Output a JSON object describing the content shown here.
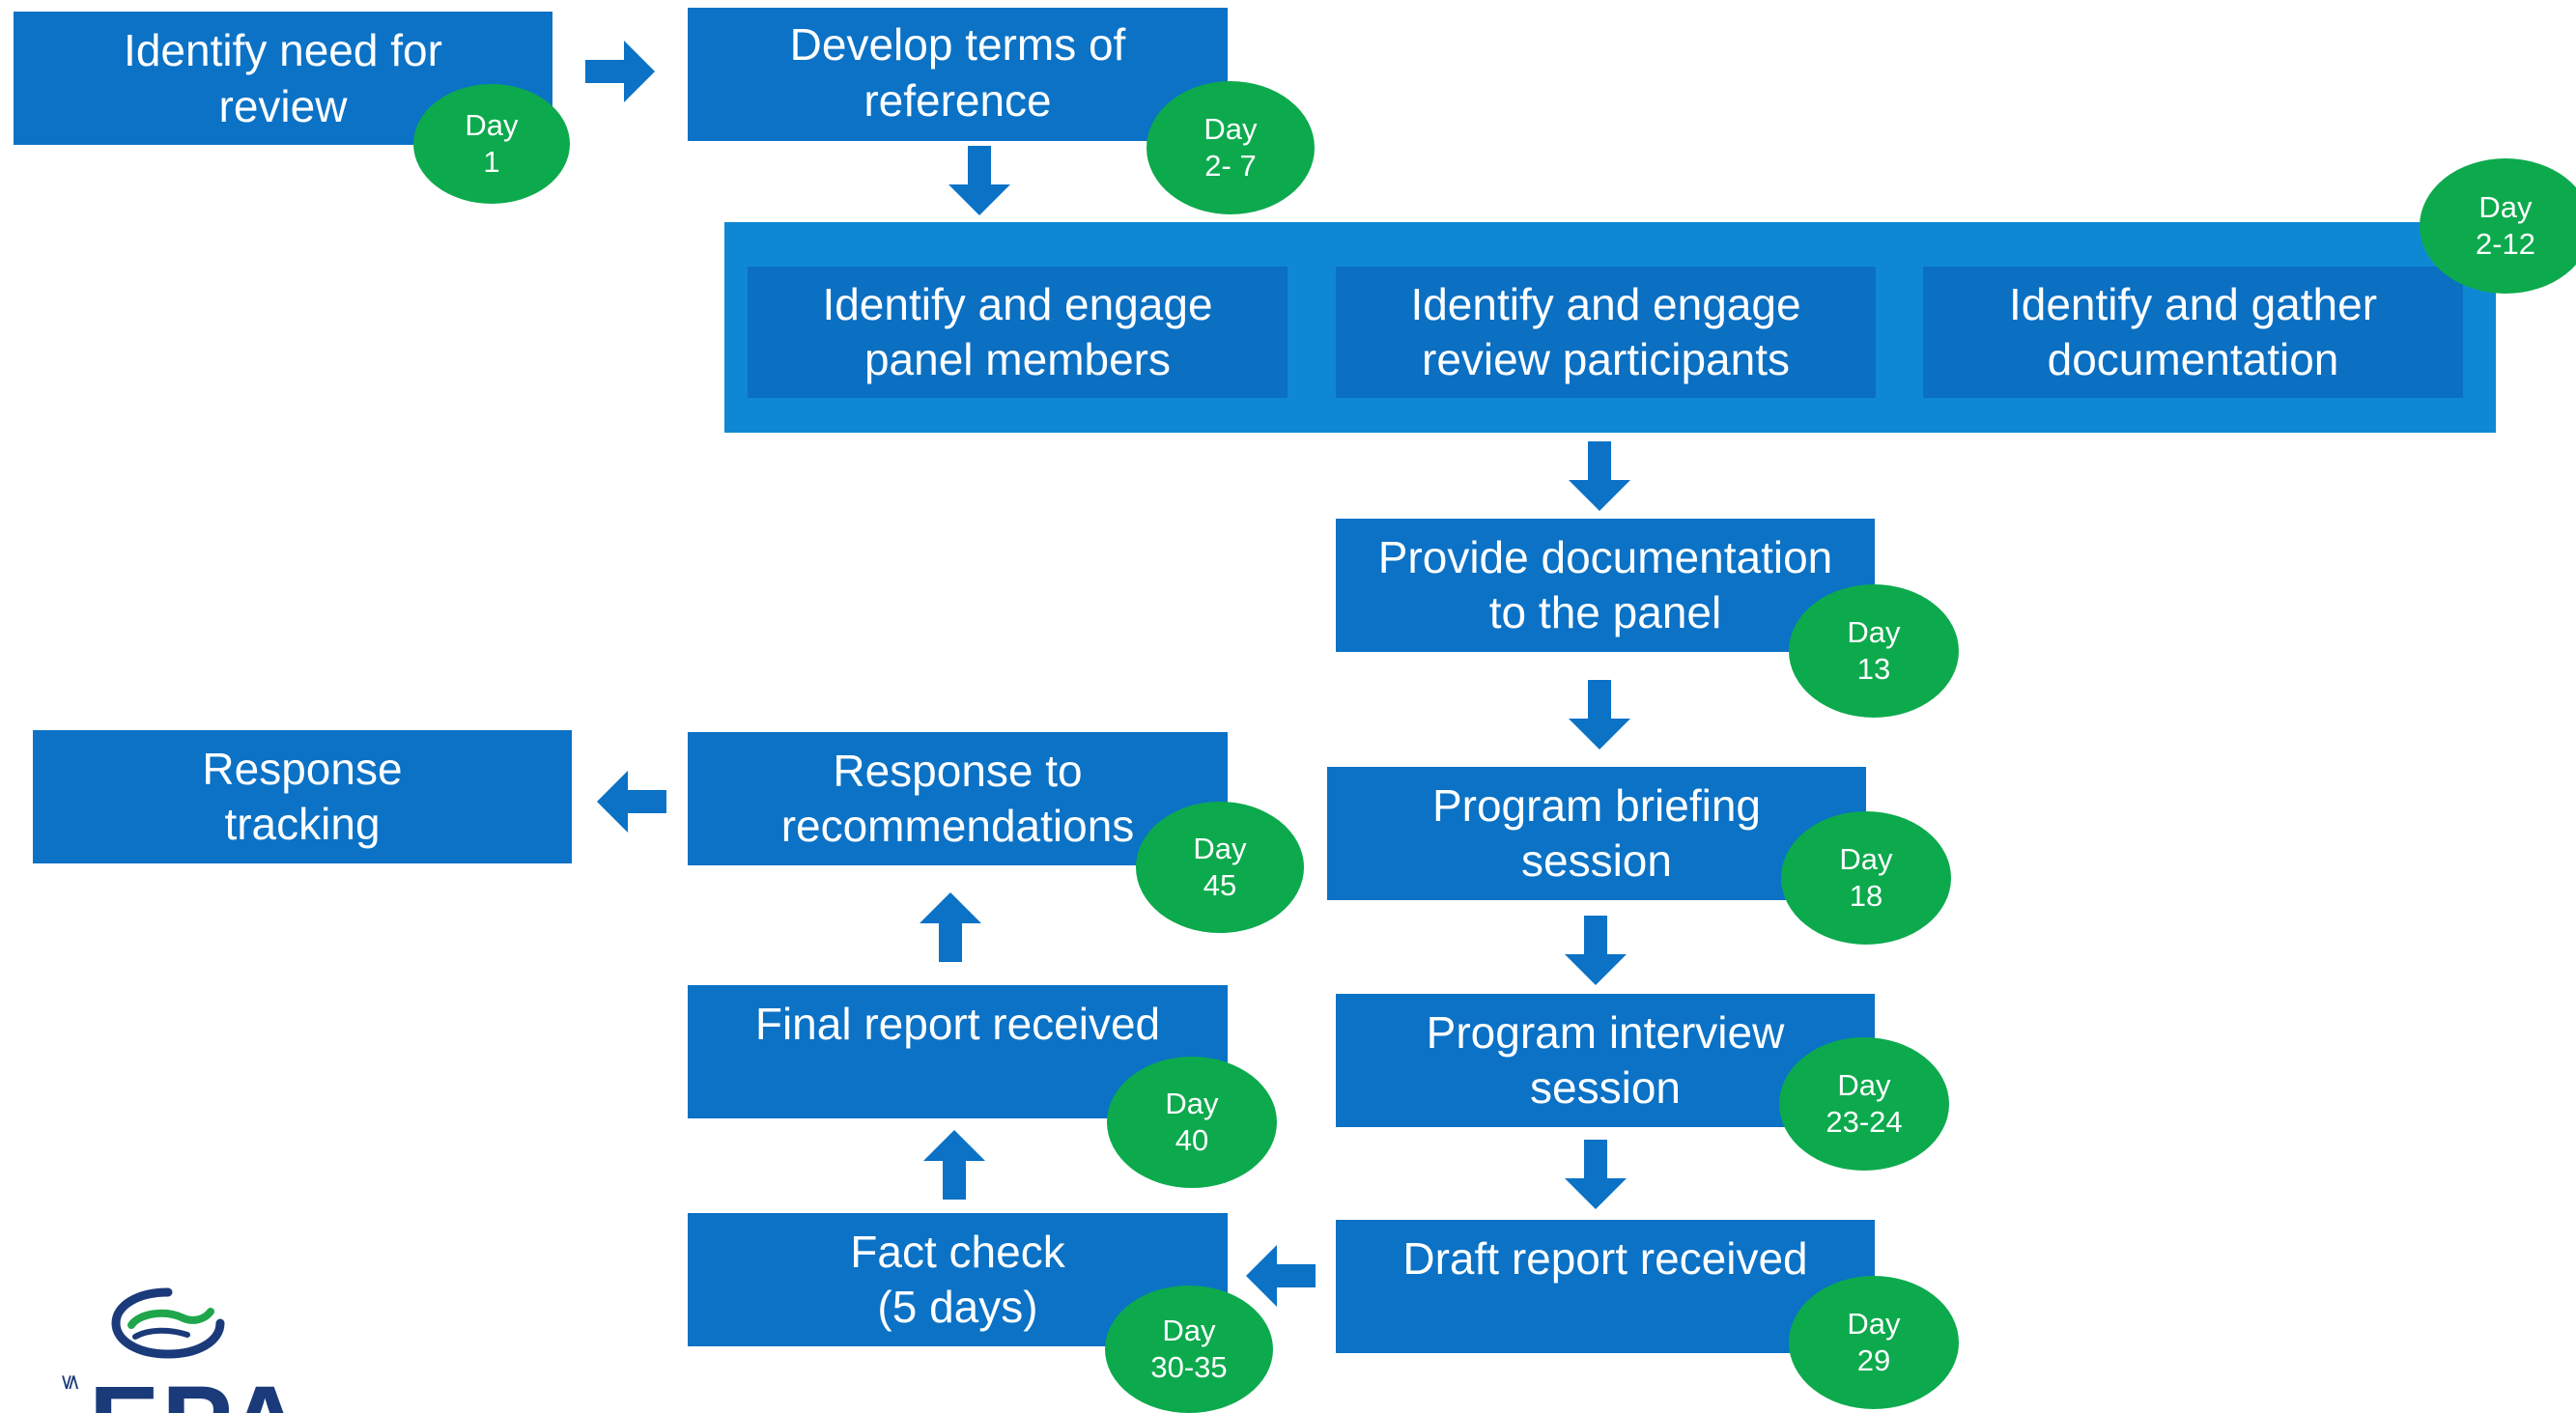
{
  "steps": {
    "identify_need": {
      "label": "Identify need for\nreview",
      "day": "Day\n1"
    },
    "develop_terms": {
      "label": "Develop terms of\nreference",
      "day": "Day\n2- 7"
    },
    "group": {
      "day": "Day\n2-12",
      "panel_members": "Identify and engage\npanel members",
      "review_participants": "Identify and engage\nreview participants",
      "gather_documentation": "Identify and gather\ndocumentation"
    },
    "provide_documentation": {
      "label": "Provide documentation\nto the panel",
      "day": "Day\n13"
    },
    "briefing_session": {
      "label": "Program briefing\nsession",
      "day": "Day\n18"
    },
    "interview_session": {
      "label": "Program interview\nsession",
      "day": "Day\n23-24"
    },
    "draft_report": {
      "label": "Draft report received",
      "day": "Day\n29"
    },
    "fact_check": {
      "label": "Fact check\n(5 days)",
      "day": "Day\n30-35"
    },
    "final_report": {
      "label": "Final report received",
      "day": "Day\n40"
    },
    "response_recommendations": {
      "label": "Response to\nrecommendations",
      "day": "Day\n45"
    },
    "response_tracking": {
      "label": "Response\ntracking"
    }
  },
  "logo": {
    "text": "EPA",
    "side_text": "≶"
  },
  "colors": {
    "box": "#0b72c6",
    "group": "#0f88d4",
    "day_badge": "#0caa4d",
    "logo": "#1b3a7a"
  }
}
